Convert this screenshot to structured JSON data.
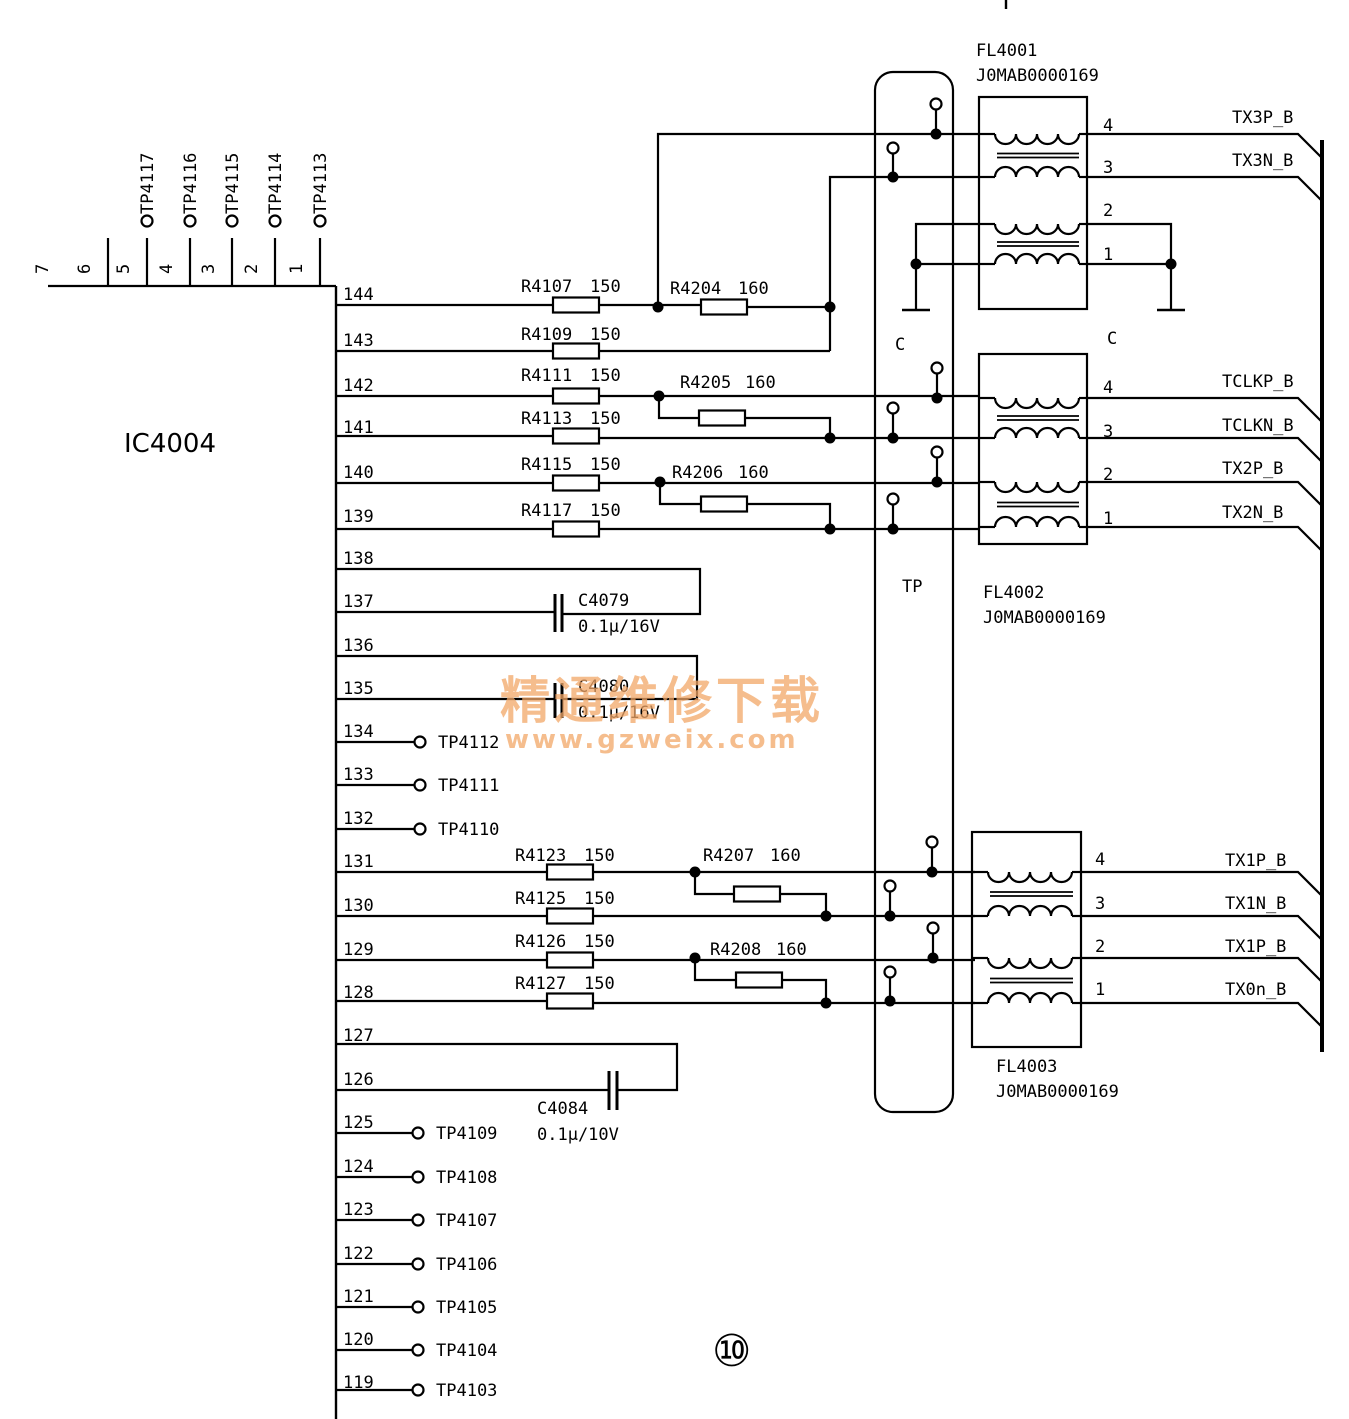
{
  "ic": {
    "ref": "IC4004"
  },
  "top_pins": [
    "7",
    "6",
    "5",
    "4",
    "3",
    "2",
    "1"
  ],
  "top_testpoints": [
    "TP4117",
    "TP4116",
    "TP4115",
    "TP4114",
    "TP4113"
  ],
  "left_pins": [
    "144",
    "143",
    "142",
    "141",
    "140",
    "139",
    "138",
    "137",
    "136",
    "135",
    "134",
    "133",
    "132",
    "131",
    "130",
    "129",
    "128",
    "127",
    "126",
    "125",
    "124",
    "123",
    "122",
    "121",
    "120",
    "119"
  ],
  "series_resistors": [
    {
      "ref": "R4107",
      "value": "150"
    },
    {
      "ref": "R4109",
      "value": "150"
    },
    {
      "ref": "R4111",
      "value": "150"
    },
    {
      "ref": "R4113",
      "value": "150"
    },
    {
      "ref": "R4115",
      "value": "150"
    },
    {
      "ref": "R4117",
      "value": "150"
    },
    {
      "ref": "R4123",
      "value": "150"
    },
    {
      "ref": "R4125",
      "value": "150"
    },
    {
      "ref": "R4126",
      "value": "150"
    },
    {
      "ref": "R4127",
      "value": "150"
    }
  ],
  "termination_resistors": [
    {
      "ref": "R4204",
      "value": "160"
    },
    {
      "ref": "R4205",
      "value": "160"
    },
    {
      "ref": "R4206",
      "value": "160"
    },
    {
      "ref": "R4207",
      "value": "160"
    },
    {
      "ref": "R4208",
      "value": "160"
    }
  ],
  "capacitors": [
    {
      "ref": "C4079",
      "value": "0.1μ/16V"
    },
    {
      "ref": "C4080",
      "value": "0.1μ/16V"
    },
    {
      "ref": "C4084",
      "value": "0.1μ/10V"
    }
  ],
  "pin_testpoints": [
    "TP4112",
    "TP4111",
    "TP4110",
    "TP4109",
    "TP4108",
    "TP4107",
    "TP4106",
    "TP4105",
    "TP4104",
    "TP4103"
  ],
  "filters": [
    {
      "ref": "FL4001",
      "part": "J0MAB0000169",
      "pins": [
        "4",
        "3",
        "2",
        "1"
      ]
    },
    {
      "ref": "FL4002",
      "part": "J0MAB0000169",
      "pins": [
        "4",
        "3",
        "2",
        "1"
      ]
    },
    {
      "ref": "FL4003",
      "part": "J0MAB0000169",
      "pins": [
        "4",
        "3",
        "2",
        "1"
      ]
    }
  ],
  "signals": [
    "TX3P_B",
    "TX3N_B",
    "TCLKP_B",
    "TCLKN_B",
    "TX2P_B",
    "TX2N_B",
    "TX1P_B",
    "TX1N_B",
    "TX1P_B",
    "TX0n_B"
  ],
  "region_labels": {
    "c_left": "C",
    "c_right": "C",
    "tp": "TP"
  },
  "page_number": "⑩",
  "watermark": {
    "line1": "精通维修下载",
    "line2": "www.gzweix.com"
  }
}
